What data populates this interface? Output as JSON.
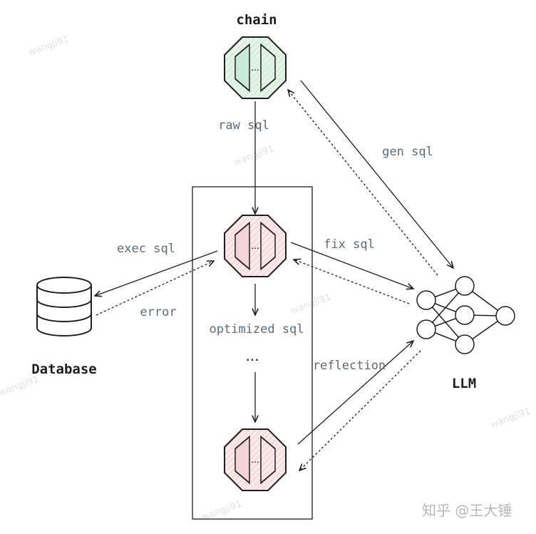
{
  "nodes": {
    "chain": "chain",
    "database": "Database",
    "llm": "LLM",
    "ellipsis": "...",
    "step_dots": "···"
  },
  "edges": {
    "raw_sql": "raw sql",
    "gen_sql": "gen sql",
    "exec_sql": "exec sql",
    "error": "error",
    "fix_sql": "fix sql",
    "optimized_sql": "optimized sql",
    "reflection": "reflection"
  },
  "watermark": "wangji91",
  "footer": "知乎 @王大锤",
  "colors": {
    "chain_fill": "#d8f0df",
    "step_fill": "#f8dede",
    "label": "#5c6b78"
  }
}
